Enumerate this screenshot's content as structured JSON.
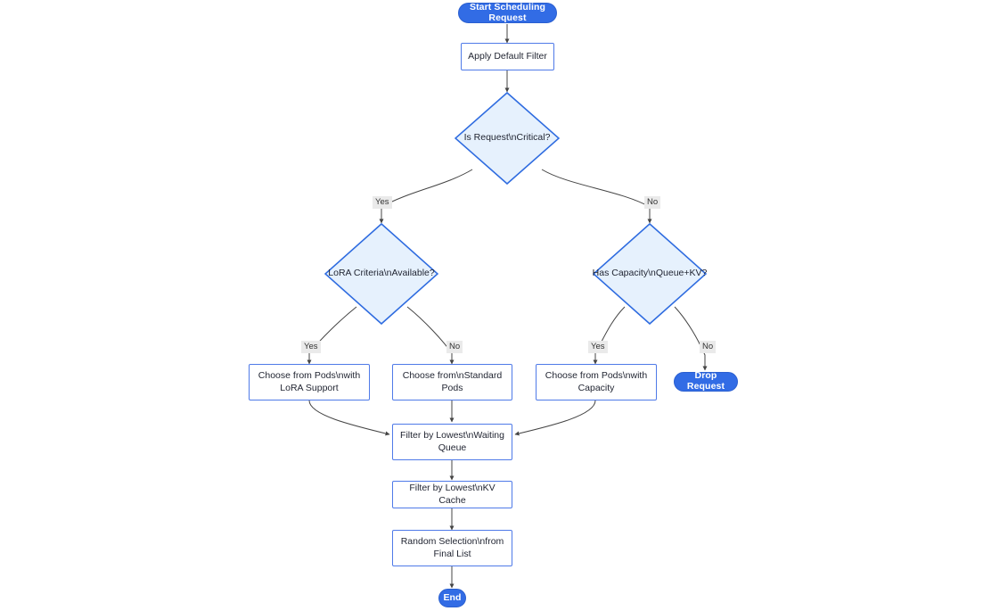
{
  "diagram": {
    "title": "Scheduling Request Flowchart",
    "type": "flowchart",
    "direction": "top-down",
    "background": "#ffffff",
    "colors": {
      "terminal_fill": "#326ce5",
      "terminal_text": "#ffffff",
      "process_fill": "#ffffff",
      "process_border": "#4f7ae8",
      "process_text": "#1f2330",
      "decision_fill": "#e6f1fd",
      "decision_border": "#2f6ce0",
      "decision_text": "#1f2330",
      "edge_stroke": "#444444",
      "edge_label_bg": "#eaeaea"
    }
  },
  "nodes": {
    "start": {
      "label": "Start Scheduling Request",
      "shape": "pill"
    },
    "apply_default_filter": {
      "label": "Apply Default Filter",
      "shape": "rect"
    },
    "is_request_critical": {
      "label": "Is Request\\nCritical?",
      "shape": "diamond"
    },
    "lora_criteria_available": {
      "label": "LoRA Criteria\\nAvailable?",
      "shape": "diamond"
    },
    "has_capacity": {
      "label": "Has Capacity\\nQueue+KV?",
      "shape": "diamond"
    },
    "choose_lora_pods": {
      "label_line1": "Choose from Pods\\nwith",
      "label_line2": "LoRA Support",
      "shape": "rect"
    },
    "choose_standard_pods": {
      "label_line1": "Choose from\\nStandard",
      "label_line2": "Pods",
      "shape": "rect"
    },
    "choose_capacity_pods": {
      "label_line1": "Choose from Pods\\nwith",
      "label_line2": "Capacity",
      "shape": "rect"
    },
    "drop_request": {
      "label": "Drop Request",
      "shape": "pill"
    },
    "filter_waiting_queue": {
      "label_line1": "Filter by Lowest\\nWaiting",
      "label_line2": "Queue",
      "shape": "rect"
    },
    "filter_kv_cache": {
      "label": "Filter by Lowest\\nKV Cache",
      "shape": "rect"
    },
    "random_selection": {
      "label_line1": "Random Selection\\nfrom",
      "label_line2": "Final List",
      "shape": "rect"
    },
    "end": {
      "label": "End",
      "shape": "pill"
    }
  },
  "edge_labels": {
    "critical_yes": "Yes",
    "critical_no": "No",
    "lora_yes": "Yes",
    "lora_no": "No",
    "capacity_yes": "Yes",
    "capacity_no": "No"
  }
}
